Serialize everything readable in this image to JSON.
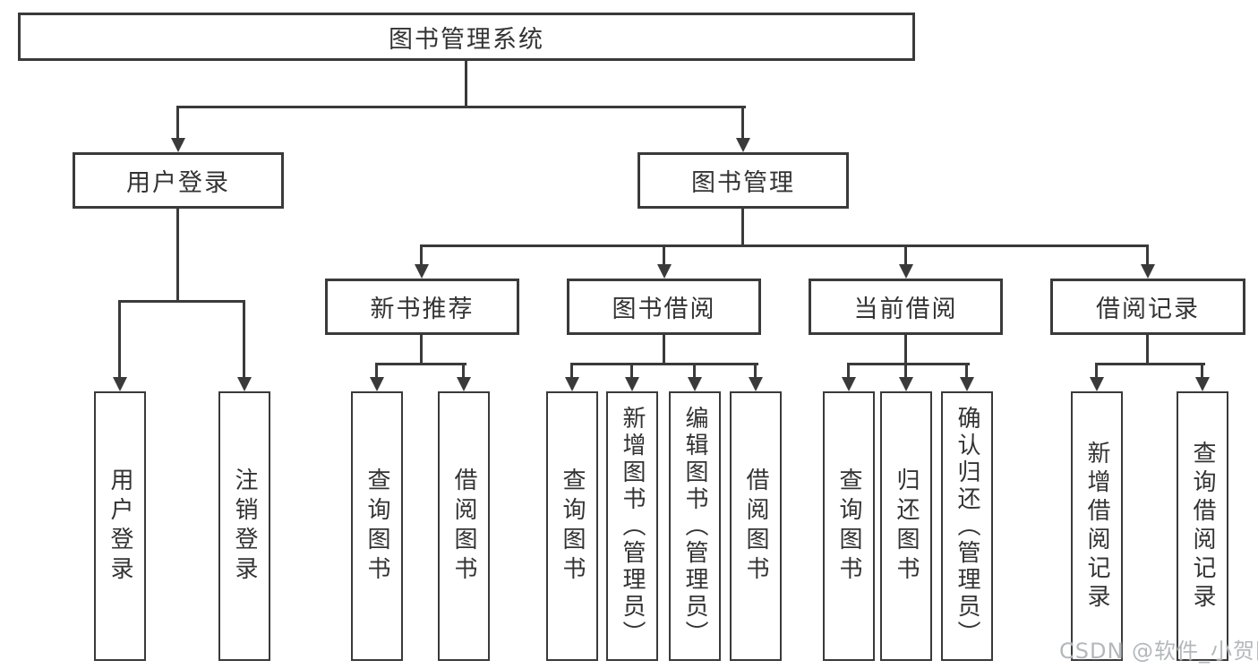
{
  "diagram": {
    "root": {
      "label": "图书管理系统"
    },
    "branches": [
      {
        "label": "用户登录",
        "children": [
          "用户登录",
          "注销登录"
        ]
      },
      {
        "label": "图书管理",
        "groups": [
          {
            "label": "新书推荐",
            "children": [
              "查询图书",
              "借阅图书"
            ]
          },
          {
            "label": "图书借阅",
            "children": [
              "查询图书",
              "新增图书（管理员）",
              "编辑图书（管理员）",
              "借阅图书"
            ]
          },
          {
            "label": "当前借阅",
            "children": [
              "查询图书",
              "归还图书",
              "确认归还（管理员）"
            ]
          },
          {
            "label": "借阅记录",
            "children": [
              "新增借阅记录",
              "查询借阅记录"
            ]
          }
        ]
      }
    ]
  },
  "watermark": "CSDN @软件_小贺同学",
  "colors": {
    "line": "#3a3a3a",
    "text": "#333333",
    "watermark": "#b4b8bb",
    "background": "#ffffff"
  }
}
